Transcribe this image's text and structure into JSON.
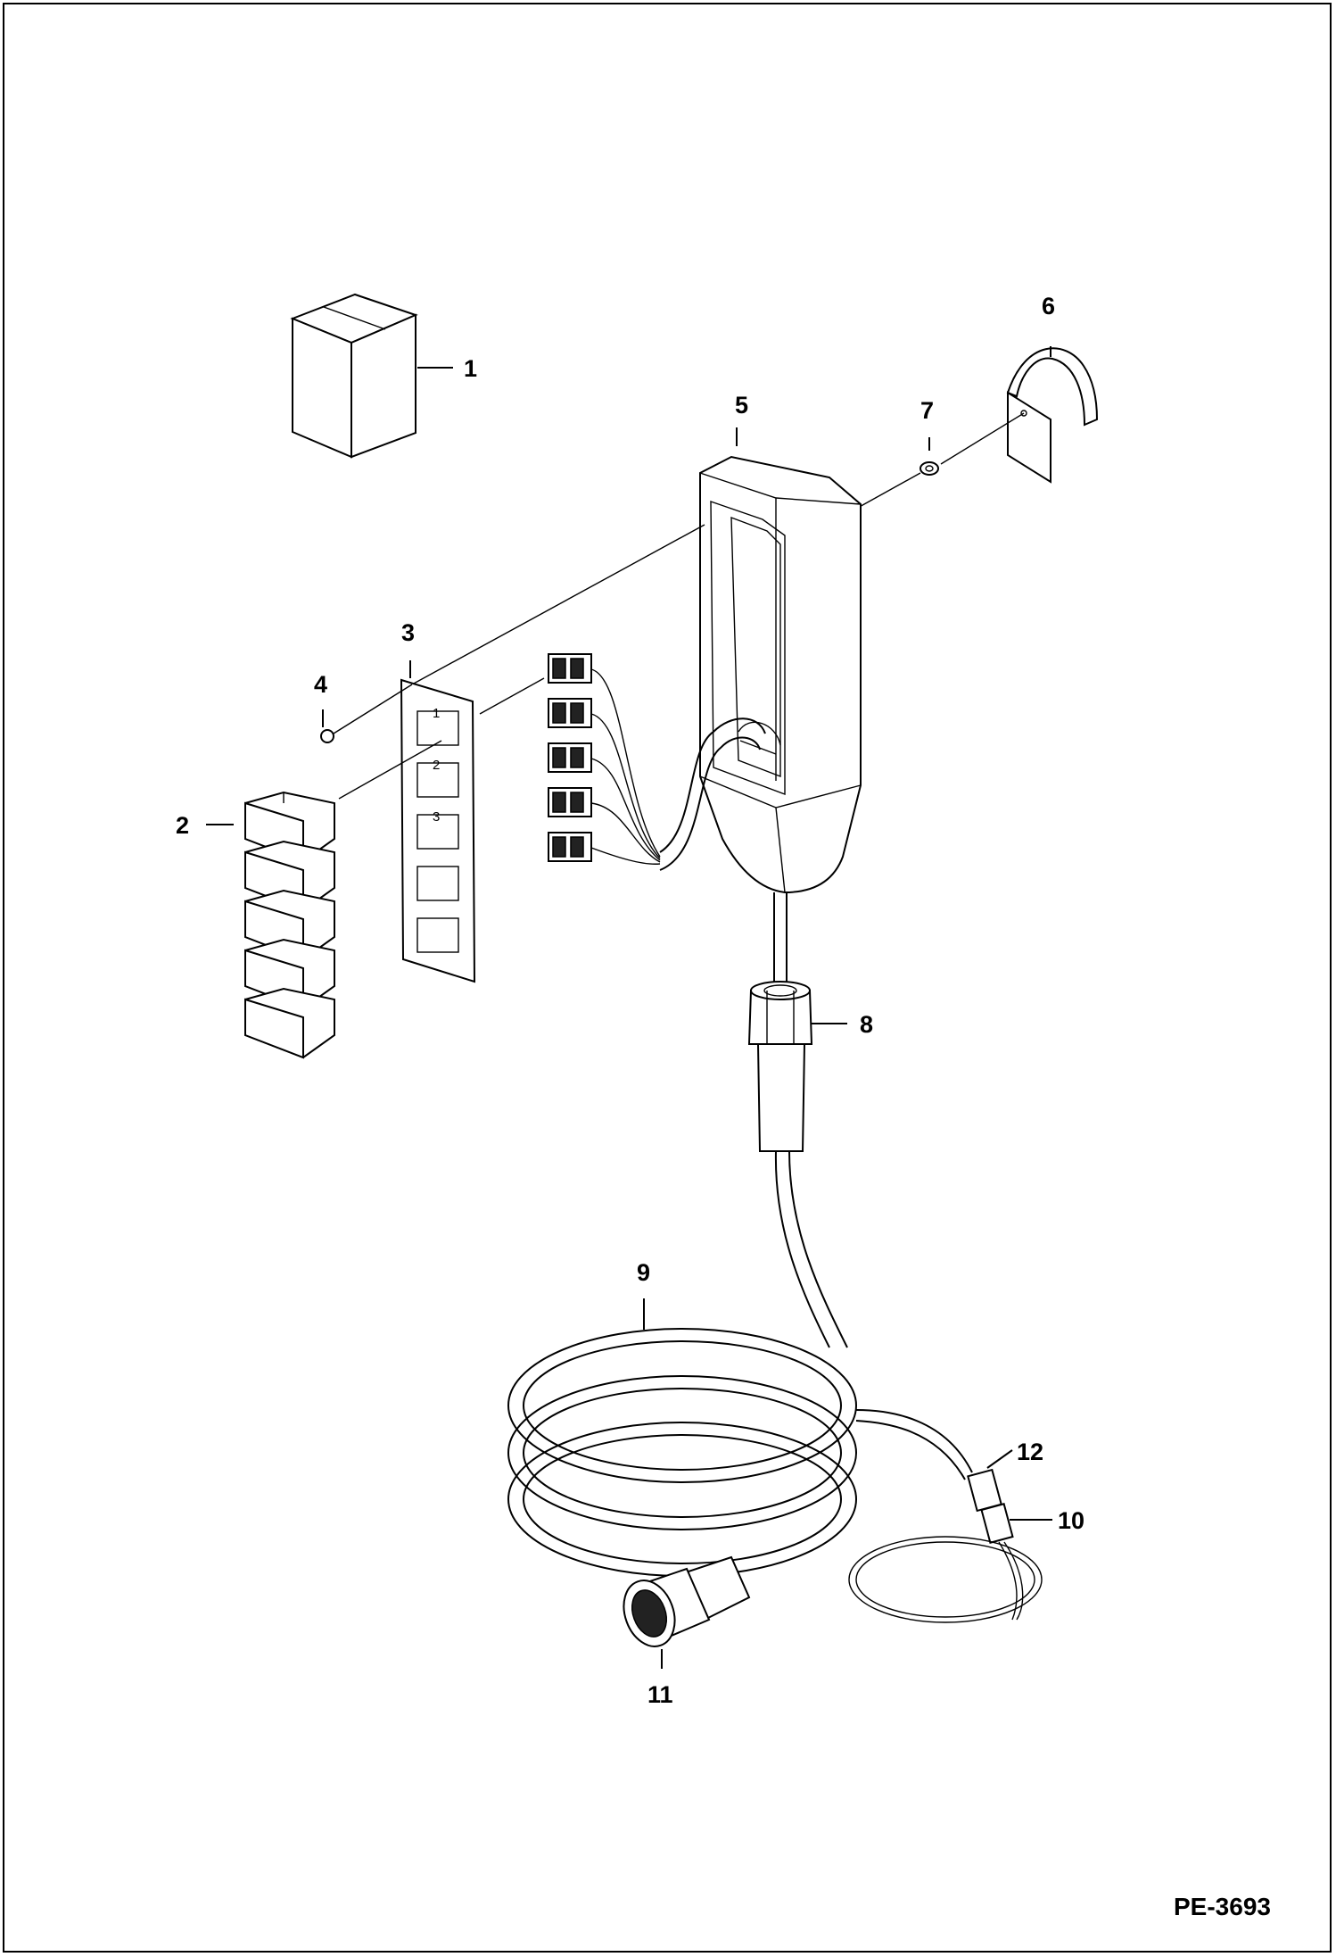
{
  "drawing_number": "PE-3693",
  "callouts": [
    {
      "id": "1",
      "label": "1"
    },
    {
      "id": "2",
      "label": "2"
    },
    {
      "id": "3",
      "label": "3"
    },
    {
      "id": "4",
      "label": "4"
    },
    {
      "id": "5",
      "label": "5"
    },
    {
      "id": "6",
      "label": "6"
    },
    {
      "id": "7",
      "label": "7"
    },
    {
      "id": "8",
      "label": "8"
    },
    {
      "id": "9",
      "label": "9"
    },
    {
      "id": "10",
      "label": "10"
    },
    {
      "id": "11",
      "label": "11"
    },
    {
      "id": "12",
      "label": "12"
    }
  ],
  "switch_panel_numbers": [
    "1",
    "2",
    "3"
  ]
}
